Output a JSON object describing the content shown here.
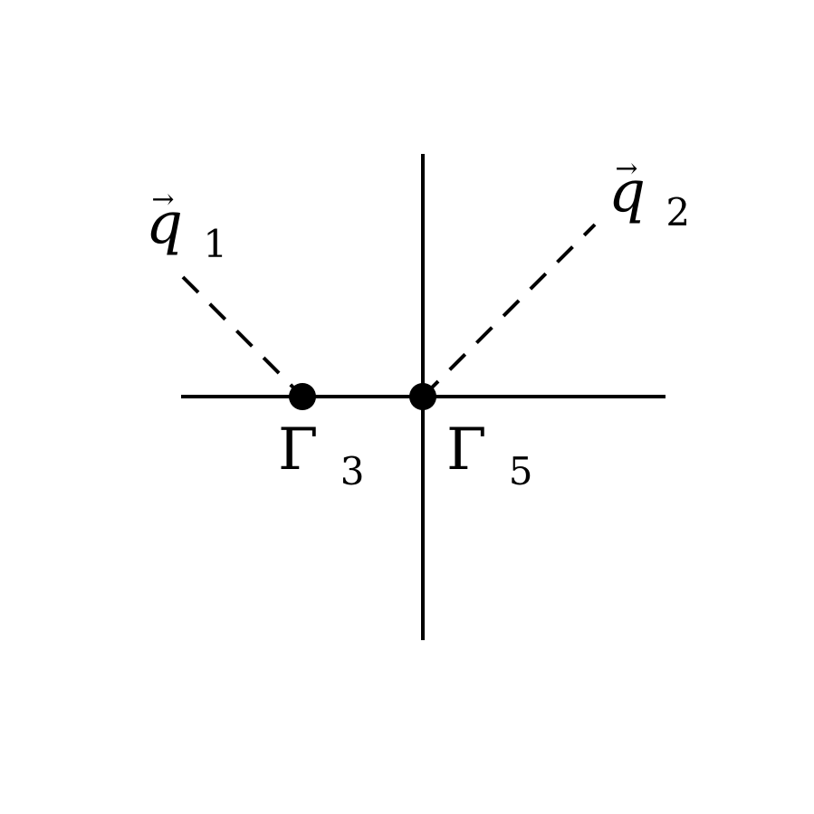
{
  "diagram": {
    "vector_labels": [
      {
        "symbol": "q",
        "subscript": "1"
      },
      {
        "symbol": "q",
        "subscript": "2"
      }
    ],
    "point_labels": [
      {
        "symbol": "Γ",
        "subscript": "3"
      },
      {
        "symbol": "Γ",
        "subscript": "5"
      }
    ],
    "vector_arrow": "→",
    "colors": {
      "stroke": "#000000",
      "background": "#ffffff"
    }
  }
}
